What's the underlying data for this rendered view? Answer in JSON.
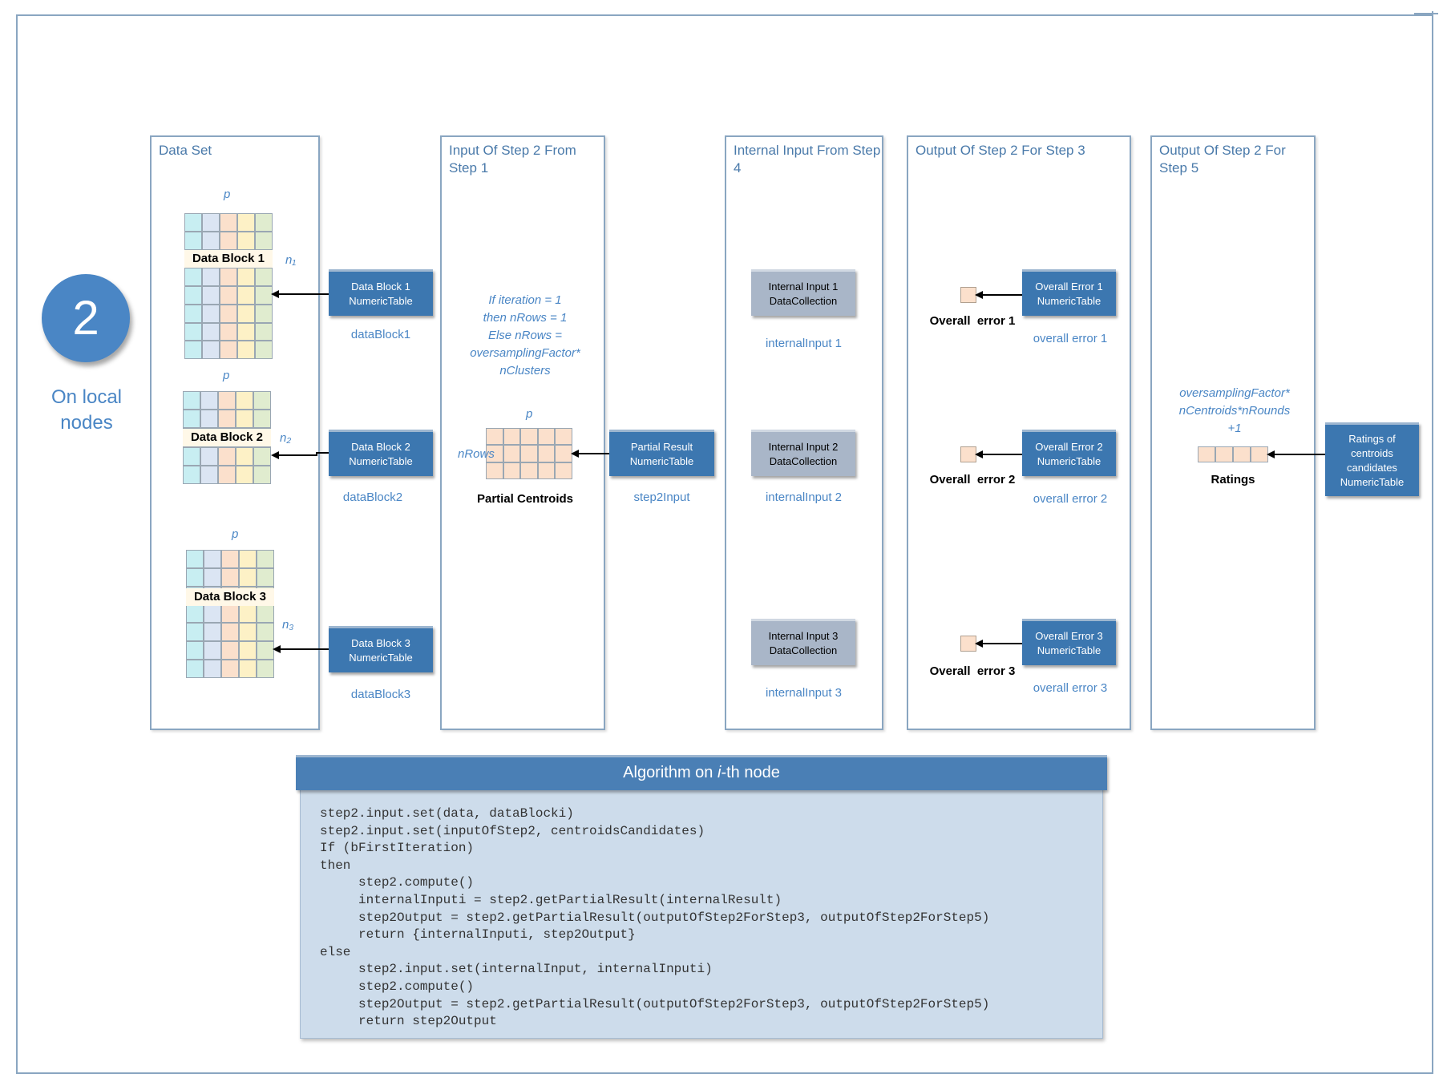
{
  "step": {
    "number": "2",
    "caption_line1": "On local",
    "caption_line2": "nodes"
  },
  "panels": {
    "data_set": {
      "title": "Data Set"
    },
    "input_step2": {
      "title": "Input Of Step 2 From Step 1"
    },
    "internal_input": {
      "title": "Internal Input From Step 4"
    },
    "output_step3": {
      "title": "Output Of Step 2 For Step 3"
    },
    "output_step5": {
      "title": "Output Of Step 2 For Step 5"
    }
  },
  "data_blocks": [
    {
      "name": "Data Block 1",
      "p": "p",
      "n": "n₁",
      "object_line1": "Data Block 1",
      "object_line2": "NumericTable",
      "var": "dataBlock1"
    },
    {
      "name": "Data Block 2",
      "p": "p",
      "n": "n₂",
      "object_line1": "Data Block 2",
      "object_line2": "NumericTable",
      "var": "dataBlock2"
    },
    {
      "name": "Data Block 3",
      "p": "p",
      "n": "n₃",
      "object_line1": "Data Block 3",
      "object_line2": "NumericTable",
      "var": "dataBlock3"
    }
  ],
  "grid_colors": [
    "#c8eef2",
    "#dbe5f3",
    "#fbe0cc",
    "#fdf1c6",
    "#e0eccf"
  ],
  "partial": {
    "condition": [
      "If iteration = 1",
      "then nRows = 1",
      "Else nRows =",
      "oversamplingFactor*",
      "nClusters"
    ],
    "p": "p",
    "rows_label": "nRows",
    "name": "Partial Centroids",
    "object_line1": "Partial Result",
    "object_line2": "NumericTable",
    "var": "step2Input"
  },
  "internal_inputs": [
    {
      "line1": "Internal Input 1",
      "line2": "DataCollection",
      "var": "internalInput 1"
    },
    {
      "line1": "Internal Input 2",
      "line2": "DataCollection",
      "var": "internalInput 2"
    },
    {
      "line1": "Internal Input 3",
      "line2": "DataCollection",
      "var": "internalInput 3"
    }
  ],
  "overall_errors": [
    {
      "label": "Overall  error 1",
      "line1": "Overall Error 1",
      "line2": "NumericTable",
      "var": "overall error 1"
    },
    {
      "label": "Overall  error 2",
      "line1": "Overall Error 2",
      "line2": "NumericTable",
      "var": "overall error 2"
    },
    {
      "label": "Overall  error 3",
      "line1": "Overall Error 3",
      "line2": "NumericTable",
      "var": "overall error 3"
    }
  ],
  "ratings": {
    "formula": [
      "oversamplingFactor*",
      "nCentroids*nRounds",
      "+1"
    ],
    "label": "Ratings",
    "object_lines": [
      "Ratings of",
      "centroids",
      "candidates",
      "NumericTable"
    ]
  },
  "algorithm": {
    "title_prefix": "Algorithm on ",
    "title_italic": "i",
    "title_suffix": "-th node",
    "code": [
      "step2.input.set(data, dataBlocki)",
      "step2.input.set(inputOfStep2, centroidsCandidates)",
      "If (bFirstIteration)",
      "then",
      "     step2.compute()",
      "     internalInputi = step2.getPartialResult(internalResult)",
      "     step2Output = step2.getPartialResult(outputOfStep2ForStep3, outputOfStep2ForStep5)",
      "     return {internalInputi, step2Output}",
      "else",
      "     step2.input.set(internalInput, internalInputi)",
      "     step2.compute()",
      "     step2Output = step2.getPartialResult(outputOfStep2ForStep3, outputOfStep2ForStep5)",
      "     return step2Output"
    ]
  }
}
